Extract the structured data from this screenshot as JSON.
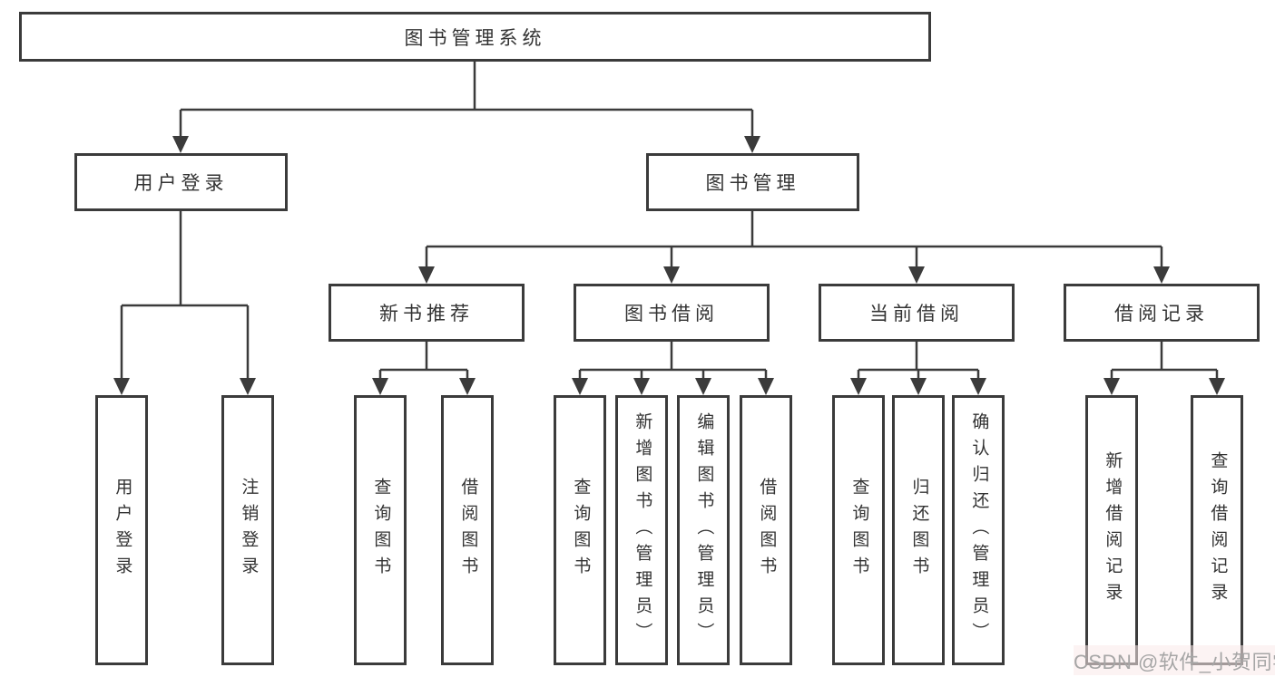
{
  "diagram": {
    "colors": {
      "line": "#3b3b3b",
      "text": "#333333",
      "background": "#ffffff",
      "watermark_text": "#a6a6a6",
      "watermark_bg": "rgba(250,233,233,0.55)"
    },
    "tree": {
      "label": "图书管理系统",
      "children": [
        {
          "label": "用户登录",
          "children": [
            {
              "label": "用户登录"
            },
            {
              "label": "注销登录"
            }
          ]
        },
        {
          "label": "图书管理",
          "children": [
            {
              "label": "新书推荐",
              "children": [
                {
                  "label": "查询图书"
                },
                {
                  "label": "借阅图书"
                }
              ]
            },
            {
              "label": "图书借阅",
              "children": [
                {
                  "label": "查询图书"
                },
                {
                  "label": "新增图书（管理员）"
                },
                {
                  "label": "编辑图书（管理员）"
                },
                {
                  "label": "借阅图书"
                }
              ]
            },
            {
              "label": "当前借阅",
              "children": [
                {
                  "label": "查询图书"
                },
                {
                  "label": "归还图书"
                },
                {
                  "label": "确认归还（管理员）"
                }
              ]
            },
            {
              "label": "借阅记录",
              "children": [
                {
                  "label": "新增借阅记录"
                },
                {
                  "label": "查询借阅记录"
                }
              ]
            }
          ]
        }
      ]
    },
    "watermark": "CSDN @软件_小贺同学"
  }
}
